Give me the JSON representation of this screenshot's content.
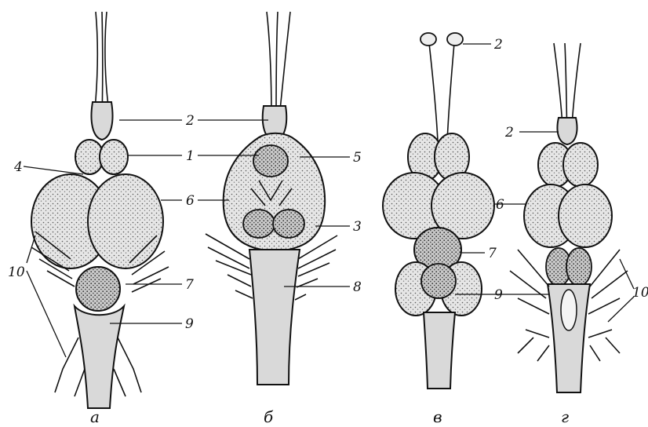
{
  "figures": [
    {
      "id": "a",
      "caption": "а"
    },
    {
      "id": "b",
      "caption": "б"
    },
    {
      "id": "c",
      "caption": "в"
    },
    {
      "id": "d",
      "caption": "г"
    }
  ],
  "labels": {
    "a_10": "10",
    "a_4": "4",
    "a_7": "7",
    "a_9": "9",
    "center_2": "2",
    "center_1": "1",
    "center_6": "6",
    "b_5": "5",
    "b_3": "3",
    "b_8": "8",
    "c_2": "2",
    "c_6": "6",
    "c_7": "7",
    "c_9": "9",
    "d_2": "2",
    "d_10": "10"
  }
}
